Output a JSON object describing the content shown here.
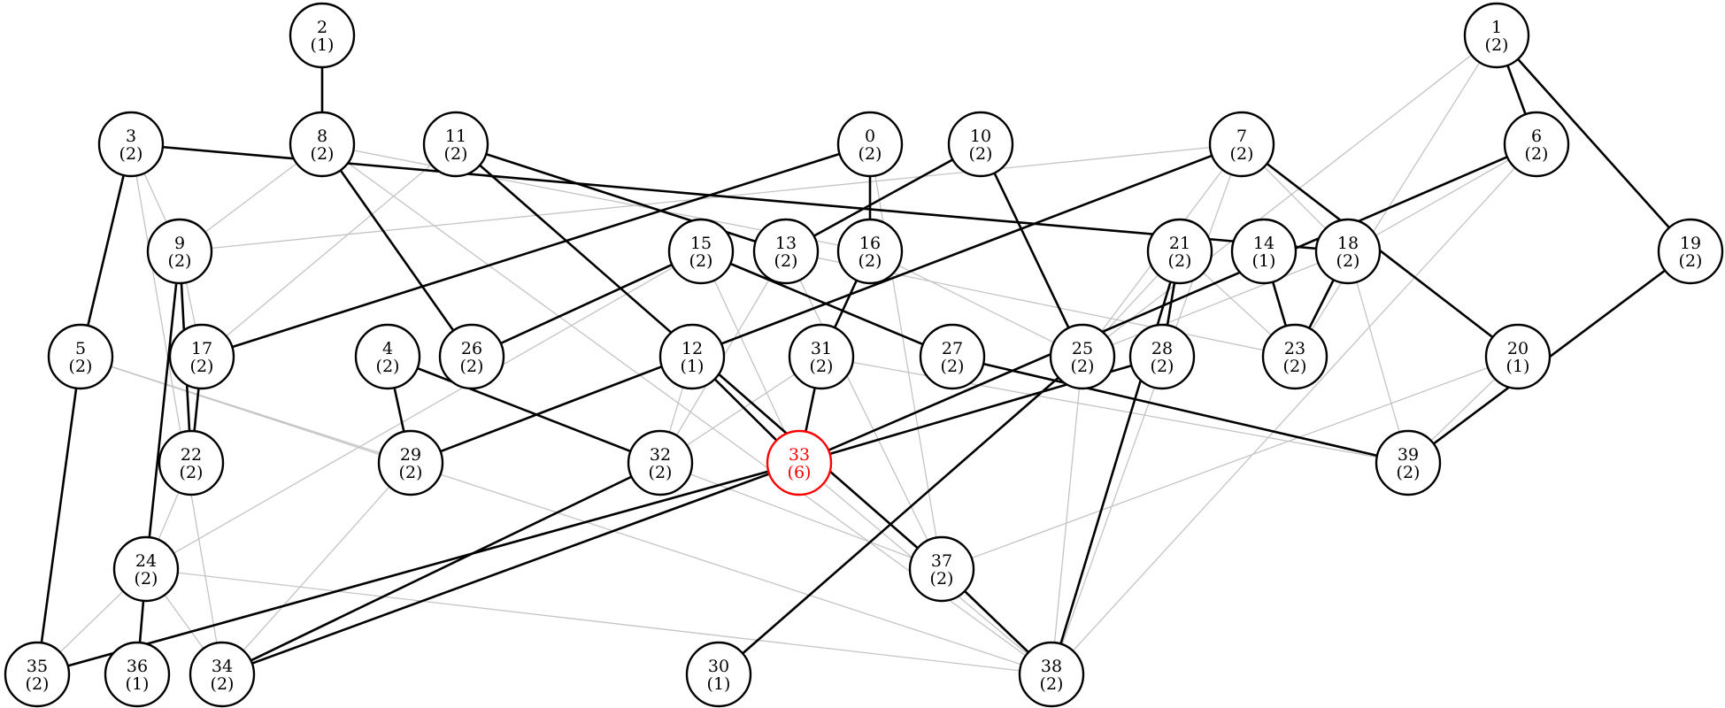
{
  "colors": {
    "highlight": "#ff0000",
    "node": "#000000",
    "strong_edge": "#000000",
    "faint_edge": "#c4c4c4"
  },
  "nodes": [
    {
      "id": "0",
      "sub": "(2)"
    },
    {
      "id": "1",
      "sub": "(2)"
    },
    {
      "id": "2",
      "sub": "(1)"
    },
    {
      "id": "3",
      "sub": "(2)"
    },
    {
      "id": "4",
      "sub": "(2)"
    },
    {
      "id": "5",
      "sub": "(2)"
    },
    {
      "id": "6",
      "sub": "(2)"
    },
    {
      "id": "7",
      "sub": "(2)"
    },
    {
      "id": "8",
      "sub": "(2)"
    },
    {
      "id": "9",
      "sub": "(2)"
    },
    {
      "id": "10",
      "sub": "(2)"
    },
    {
      "id": "11",
      "sub": "(2)"
    },
    {
      "id": "12",
      "sub": "(1)"
    },
    {
      "id": "13",
      "sub": "(2)"
    },
    {
      "id": "14",
      "sub": "(1)"
    },
    {
      "id": "15",
      "sub": "(2)"
    },
    {
      "id": "16",
      "sub": "(2)"
    },
    {
      "id": "17",
      "sub": "(2)"
    },
    {
      "id": "18",
      "sub": "(2)"
    },
    {
      "id": "19",
      "sub": "(2)"
    },
    {
      "id": "20",
      "sub": "(1)"
    },
    {
      "id": "21",
      "sub": "(2)"
    },
    {
      "id": "22",
      "sub": "(2)"
    },
    {
      "id": "23",
      "sub": "(2)"
    },
    {
      "id": "24",
      "sub": "(2)"
    },
    {
      "id": "25",
      "sub": "(2)"
    },
    {
      "id": "26",
      "sub": "(2)"
    },
    {
      "id": "27",
      "sub": "(2)"
    },
    {
      "id": "28",
      "sub": "(2)"
    },
    {
      "id": "29",
      "sub": "(2)"
    },
    {
      "id": "30",
      "sub": "(1)"
    },
    {
      "id": "31",
      "sub": "(2)"
    },
    {
      "id": "32",
      "sub": "(2)"
    },
    {
      "id": "33",
      "sub": "(6)",
      "highlight": true
    },
    {
      "id": "34",
      "sub": "(2)"
    },
    {
      "id": "35",
      "sub": "(2)"
    },
    {
      "id": "36",
      "sub": "(1)"
    },
    {
      "id": "37",
      "sub": "(2)"
    },
    {
      "id": "38",
      "sub": "(2)"
    },
    {
      "id": "39",
      "sub": "(2)"
    }
  ],
  "strong_edges": [
    [
      "2",
      "8"
    ],
    [
      "1",
      "6"
    ],
    [
      "1",
      "19"
    ],
    [
      "3",
      "5"
    ],
    [
      "3",
      "18"
    ],
    [
      "8",
      "26"
    ],
    [
      "11",
      "13"
    ],
    [
      "11",
      "37"
    ],
    [
      "0",
      "16"
    ],
    [
      "0",
      "17"
    ],
    [
      "10",
      "13"
    ],
    [
      "10",
      "25"
    ],
    [
      "7",
      "29"
    ],
    [
      "7",
      "20"
    ],
    [
      "6",
      "33"
    ],
    [
      "9",
      "24"
    ],
    [
      "9",
      "22"
    ],
    [
      "16",
      "31"
    ],
    [
      "15",
      "26"
    ],
    [
      "15",
      "27"
    ],
    [
      "21",
      "28"
    ],
    [
      "21",
      "38"
    ],
    [
      "14",
      "23"
    ],
    [
      "18",
      "23"
    ],
    [
      "19",
      "39"
    ],
    [
      "5",
      "35"
    ],
    [
      "17",
      "22"
    ],
    [
      "4",
      "29"
    ],
    [
      "4",
      "32"
    ],
    [
      "12",
      "33"
    ],
    [
      "31",
      "33"
    ],
    [
      "27",
      "39"
    ],
    [
      "25",
      "30"
    ],
    [
      "28",
      "33"
    ],
    [
      "33",
      "35"
    ],
    [
      "33",
      "34"
    ],
    [
      "32",
      "34"
    ],
    [
      "24",
      "36"
    ],
    [
      "37",
      "38"
    ]
  ],
  "faint_edges": [
    [
      "3",
      "9"
    ],
    [
      "3",
      "34"
    ],
    [
      "8",
      "9"
    ],
    [
      "8",
      "16"
    ],
    [
      "8",
      "38"
    ],
    [
      "11",
      "17"
    ],
    [
      "0",
      "37"
    ],
    [
      "1",
      "25"
    ],
    [
      "1",
      "23"
    ],
    [
      "7",
      "9"
    ],
    [
      "7",
      "18"
    ],
    [
      "7",
      "25"
    ],
    [
      "7",
      "38"
    ],
    [
      "6",
      "18"
    ],
    [
      "6",
      "38"
    ],
    [
      "9",
      "17"
    ],
    [
      "15",
      "24"
    ],
    [
      "15",
      "33"
    ],
    [
      "13",
      "32"
    ],
    [
      "13",
      "37"
    ],
    [
      "16",
      "25"
    ],
    [
      "21",
      "25"
    ],
    [
      "21",
      "23"
    ],
    [
      "18",
      "25"
    ],
    [
      "18",
      "39"
    ],
    [
      "5",
      "29"
    ],
    [
      "5",
      "38"
    ],
    [
      "31",
      "32"
    ],
    [
      "31",
      "39"
    ],
    [
      "12",
      "32"
    ],
    [
      "20",
      "39"
    ],
    [
      "20",
      "37"
    ],
    [
      "25",
      "38"
    ],
    [
      "22",
      "24"
    ],
    [
      "29",
      "34"
    ],
    [
      "32",
      "37"
    ],
    [
      "33",
      "38"
    ],
    [
      "24",
      "35"
    ],
    [
      "24",
      "34"
    ],
    [
      "24",
      "38"
    ],
    [
      "13",
      "23"
    ]
  ]
}
